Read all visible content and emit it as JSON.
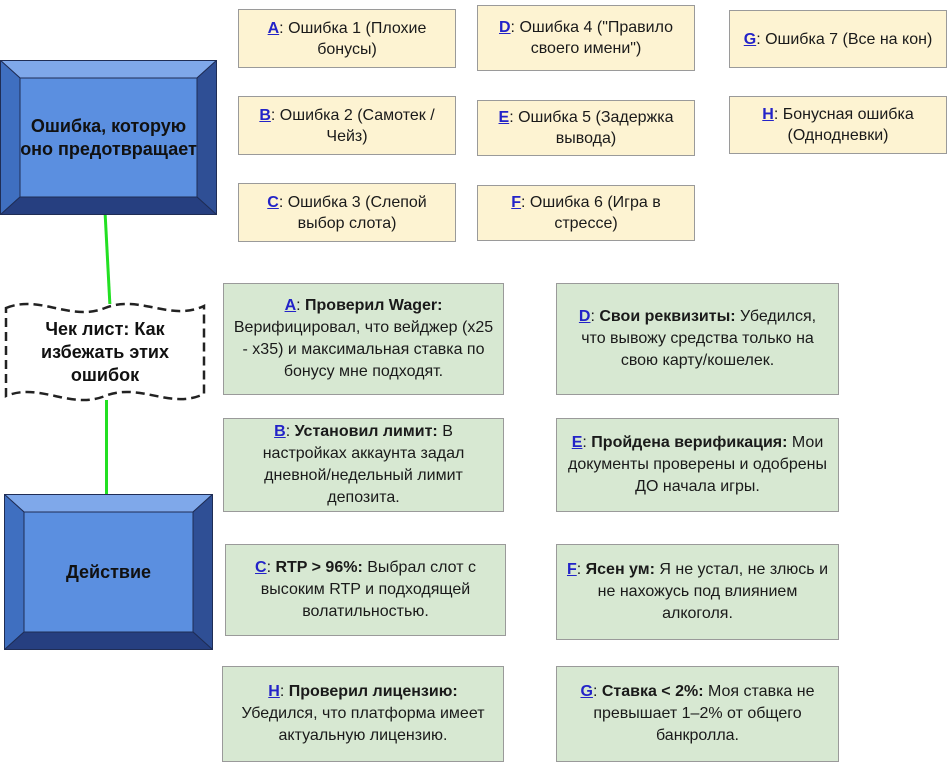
{
  "legend": {
    "mistake_box": "Ошибка, которую оно предотвращает",
    "checklist": "Чек лист: Как избежать этих ошибок",
    "action_box": "Действие"
  },
  "mistakes": [
    {
      "letter": "A",
      "text": "Ошибка 1 (Плохие бонусы)"
    },
    {
      "letter": "B",
      "text": "Ошибка 2 (Самотек / Чейз)"
    },
    {
      "letter": "C",
      "text": "Ошибка 3 (Слепой выбор слота)"
    },
    {
      "letter": "D",
      "text": "Ошибка 4 (\"Правило своего имени\")"
    },
    {
      "letter": "E",
      "text": "Ошибка 5 (Задержка вывода)"
    },
    {
      "letter": "F",
      "text": "Ошибка 6 (Игра в стрессе)"
    },
    {
      "letter": "G",
      "text": "Ошибка 7 (Все на кон)"
    },
    {
      "letter": "H",
      "text": "Бонусная ошибка (Однодневки)"
    }
  ],
  "checks": [
    {
      "letter": "A",
      "title": "Проверил Wager:",
      "text": "Верифицировал, что вейджер (x25 - x35) и максимальная ставка по бонусу мне подходят."
    },
    {
      "letter": "B",
      "title": "Установил лимит:",
      "text": "В настройках аккаунта задал дневной/недельный лимит депозита."
    },
    {
      "letter": "C",
      "title": "RTP > 96%:",
      "text": "Выбрал слот с высоким RTP и подходящей волатильностью."
    },
    {
      "letter": "H",
      "title": "Проверил лицензию:",
      "text": "Убедился, что платформа имеет актуальную лицензию."
    },
    {
      "letter": "D",
      "title": "Свои реквизиты:",
      "text": "Убедился, что вывожу средства только на свою карту/кошелек."
    },
    {
      "letter": "E",
      "title": "Пройдена верификация:",
      "text": "Мои документы проверены и одобрены ДО начала игры."
    },
    {
      "letter": "F",
      "title": "Ясен ум:",
      "text": "Я не устал, не злюсь и не нахожусь под влиянием алкоголя."
    },
    {
      "letter": "G",
      "title": "Ставка < 2%:",
      "text": "Моя ставка не превышает 1–2% от общего банкролла."
    }
  ],
  "colors": {
    "bevel_face": "#5b8fe0",
    "mistake_fill": "#fdf3d2",
    "check_fill": "#d7e8d2",
    "connector": "#22e022",
    "letter_link": "#2323c8"
  }
}
